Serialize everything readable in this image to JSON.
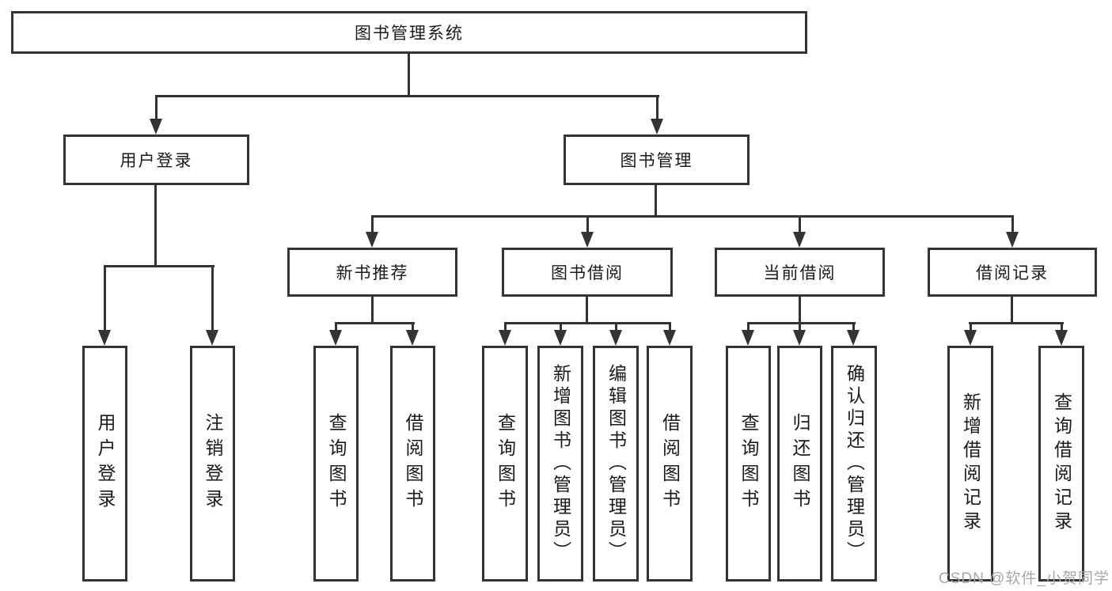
{
  "colors": {
    "line": "#333333",
    "border": "#343434",
    "text": "#1a1a1a",
    "watermark": "#a8a8a8",
    "background": "#ffffff"
  },
  "diagram": {
    "root": {
      "label": "图书管理系统"
    },
    "level2": {
      "user_login": {
        "label": "用户登录"
      },
      "book_management": {
        "label": "图书管理"
      }
    },
    "level3": {
      "new_book_recommend": {
        "label": "新书推荐"
      },
      "book_borrowing": {
        "label": "图书借阅"
      },
      "current_borrowing": {
        "label": "当前借阅"
      },
      "borrowing_records": {
        "label": "借阅记录"
      }
    },
    "leaves": {
      "user_login": {
        "label": "用户登录"
      },
      "logout": {
        "label": "注销登录"
      },
      "recommend_query_book": {
        "label": "查询图书"
      },
      "recommend_borrow_book": {
        "label": "借阅图书"
      },
      "borrow_query_book": {
        "label": "查询图书"
      },
      "borrow_add_book": {
        "label": "新增图书（管理员）"
      },
      "borrow_edit_book": {
        "label": "编辑图书（管理员）"
      },
      "borrow_borrow_book": {
        "label": "借阅图书"
      },
      "current_query_book": {
        "label": "查询图书"
      },
      "current_return_book": {
        "label": "归还图书"
      },
      "current_confirm_return": {
        "label": "确认归还（管理员）"
      },
      "record_add": {
        "label": "新增借阅记录"
      },
      "record_query": {
        "label": "查询借阅记录"
      }
    }
  },
  "watermark": {
    "text": "CSDN @软件_小贺同学"
  }
}
